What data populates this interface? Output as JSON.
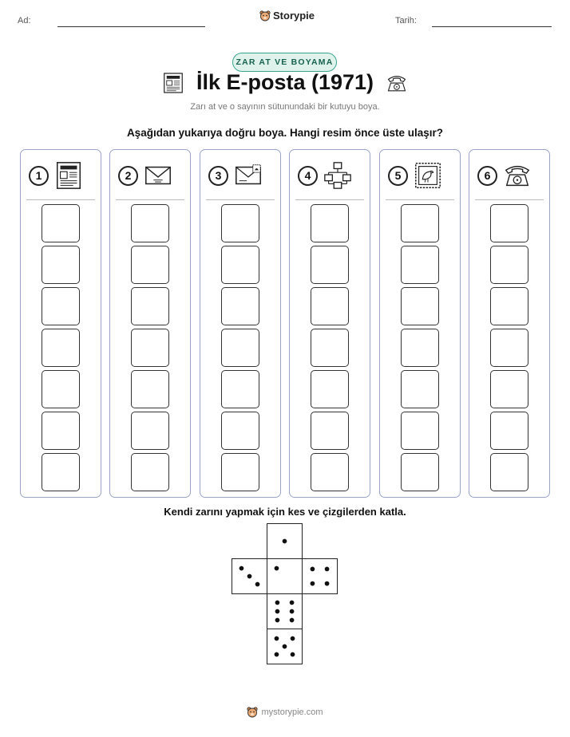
{
  "header": {
    "name_label": "Ad:",
    "date_label": "Tarih:",
    "brand": "Storypie"
  },
  "badge": "ZAR AT VE BOYAMA",
  "title": "İlk E-posta (1971)",
  "title_icons": [
    "newspaper-icon",
    "telephone-icon"
  ],
  "subtitle": "Zarı at ve o sayının sütunundaki bir kutuyu boya.",
  "instruction": "Aşağıdan yukarıya doğru boya. Hangi resim önce üste ulaşır?",
  "columns": [
    {
      "number": "1",
      "icon": "newspaper-icon"
    },
    {
      "number": "2",
      "icon": "envelope-icon"
    },
    {
      "number": "3",
      "icon": "stamped-letter-icon"
    },
    {
      "number": "4",
      "icon": "computer-network-icon"
    },
    {
      "number": "5",
      "icon": "bird-stamp-icon"
    },
    {
      "number": "6",
      "icon": "telephone-icon"
    }
  ],
  "boxes_per_column": 7,
  "die_instruction": "Kendi zarını yapmak için kes ve çizgilerden katla.",
  "die_faces": [
    1,
    3,
    1,
    4,
    6,
    5
  ],
  "footer": "mystorypie.com"
}
